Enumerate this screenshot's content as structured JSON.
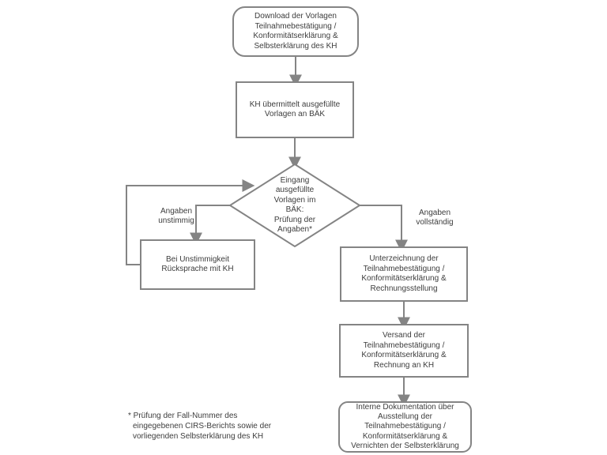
{
  "diagram": {
    "title": "BAEK Teilnahmebestaetigung Prozess-Flussdiagramm",
    "nodes": {
      "start": {
        "text": "Download der Vorlagen\nTeilnahmebestätigung /\nKonformitätserklärung &\nSelbsterklärung des KH",
        "shape": "terminator"
      },
      "submit": {
        "text": "KH übermittelt ausgefüllte\nVorlagen an BÄK",
        "shape": "process"
      },
      "decision": {
        "text": "Eingang\nausgefüllte\nVorlagen im\nBÄK:\nPrüfung der\nAngaben*",
        "shape": "decision"
      },
      "mismatch": {
        "text": "Bei Unstimmigkeit\nRücksprache mit KH",
        "shape": "process"
      },
      "sign": {
        "text": "Unterzeichnung der\nTeilnahmebestätigung /\nKonformitätserklärung &\nRechnungsstellung",
        "shape": "process"
      },
      "send": {
        "text": "Versand der\nTeilnahmebestätigung /\nKonformitätserklärung &\nRechnung an KH",
        "shape": "process"
      },
      "document": {
        "text": "Interne Dokumentation über\nAusstellung der\nTeilnahmebestätigung /\nKonformitätserklärung &\nVernichten der Selbsterklärung",
        "shape": "terminator"
      }
    },
    "edge_labels": {
      "inconsistent": "Angaben\nunstimmig",
      "complete": "Angaben\nvollständig"
    },
    "footnote": "* Prüfung der Fall-Nummer des\neingegebenen CIRS-Berichts sowie der\nvorliegenden Selbsterklärung des KH",
    "colors": {
      "line": "#848484",
      "text": "#3d3d3d",
      "background": "#ffffff"
    }
  }
}
